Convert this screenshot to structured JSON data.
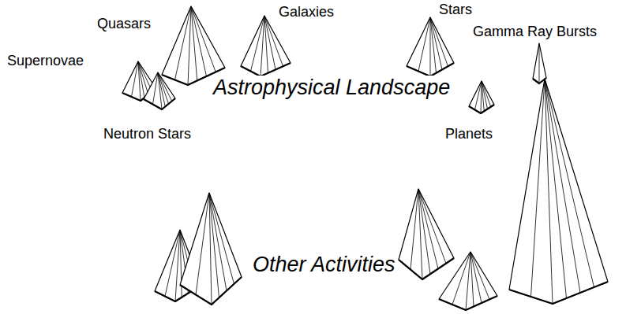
{
  "diagram": {
    "nodes": [
      {
        "text": [
          "Astrophysical Landscape"
        ]
      },
      {
        "text": [
          "Other Activities"
        ]
      }
    ],
    "labels": [
      "Quasars",
      "Galaxies",
      "Stars",
      "Gamma Ray Bursts",
      "Supernovae",
      "Neutron Stars",
      "Planets"
    ]
  }
}
